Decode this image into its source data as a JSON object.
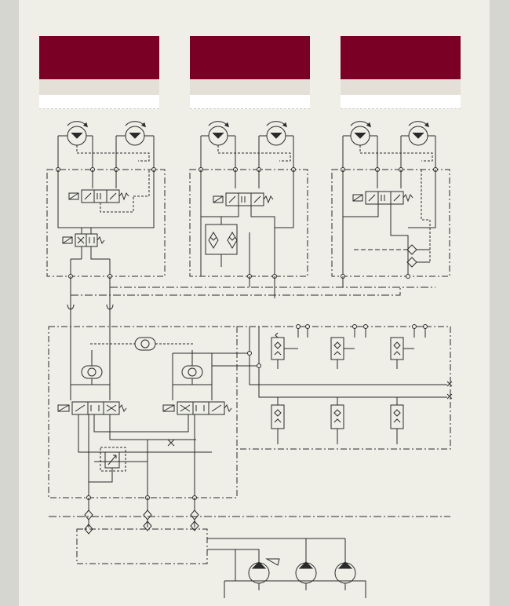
{
  "colors": {
    "panel_background": "#efefe8",
    "outer_background": "#d6d6d0",
    "header_bar": "#7a0025",
    "line": "#2a2a2a"
  },
  "headers": [
    {
      "label": ""
    },
    {
      "label": ""
    },
    {
      "label": ""
    }
  ],
  "diagram": {
    "type": "hydraulic-circuit-schematic",
    "modules": [
      {
        "motors": 2,
        "components": [
          "directional-valve",
          "directional-valve"
        ]
      },
      {
        "motors": 2,
        "components": [
          "directional-valve",
          "check-valve-bridge"
        ]
      },
      {
        "motors": 2,
        "components": [
          "directional-valve",
          "check-valves"
        ]
      }
    ],
    "control_block": {
      "components": [
        "shuttle-valve",
        "check-valve",
        "check-valve",
        "directional-valve",
        "directional-valve",
        "relief-valve"
      ]
    },
    "valve_bank": {
      "valves": 6
    },
    "pumps": 3
  }
}
